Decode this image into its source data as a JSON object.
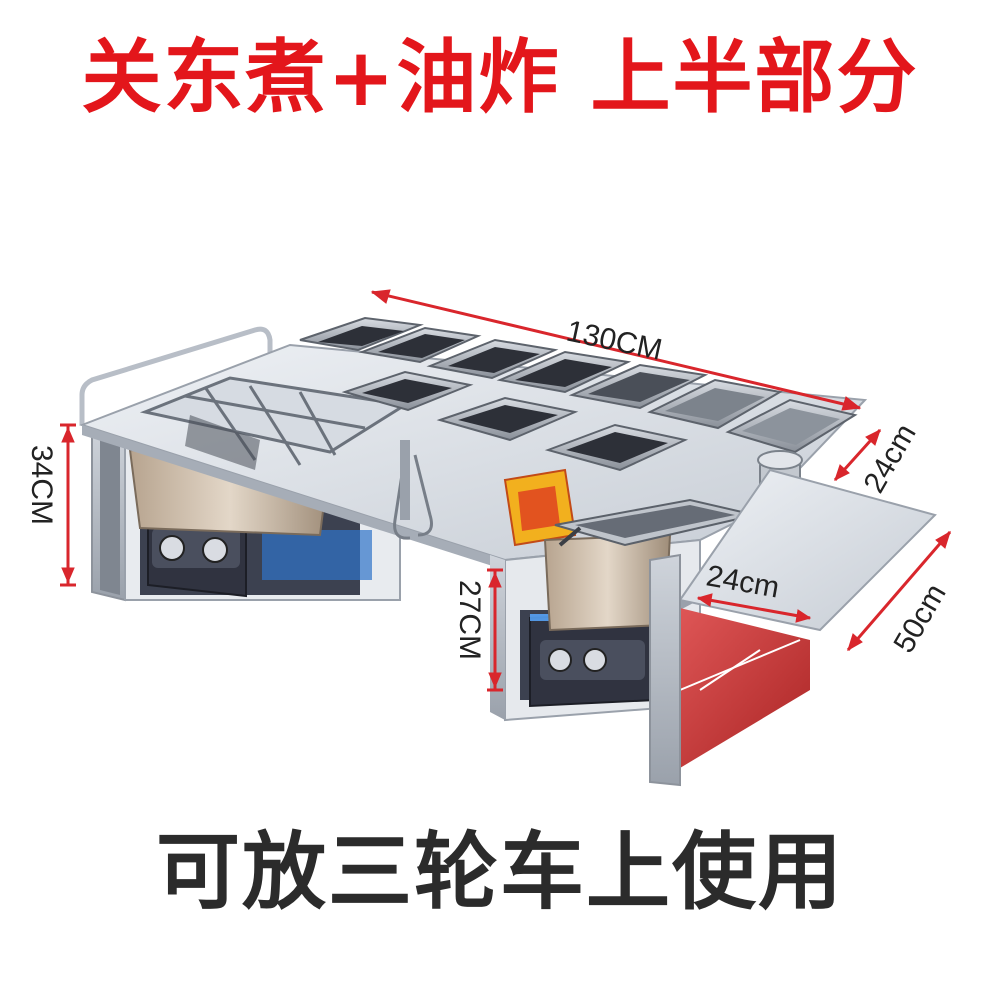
{
  "headline": {
    "part1": "关东煮+油炸",
    "part2": "上半部分"
  },
  "footer": {
    "text": "可放三轮车上使用"
  },
  "dimensions": {
    "length": "130CM",
    "height_left": "34CM",
    "height_fryer": "27CM",
    "depth_top": "24cm",
    "shelf_width": "24cm",
    "shelf_length": "50cm"
  },
  "colors": {
    "headline": "#e3161b",
    "footer": "#2b2b2b",
    "dimension": "#d9262c",
    "steel": "#c9ced6",
    "panel_red": "#cf3a3a",
    "burner_blue": "#3a8fe0"
  }
}
